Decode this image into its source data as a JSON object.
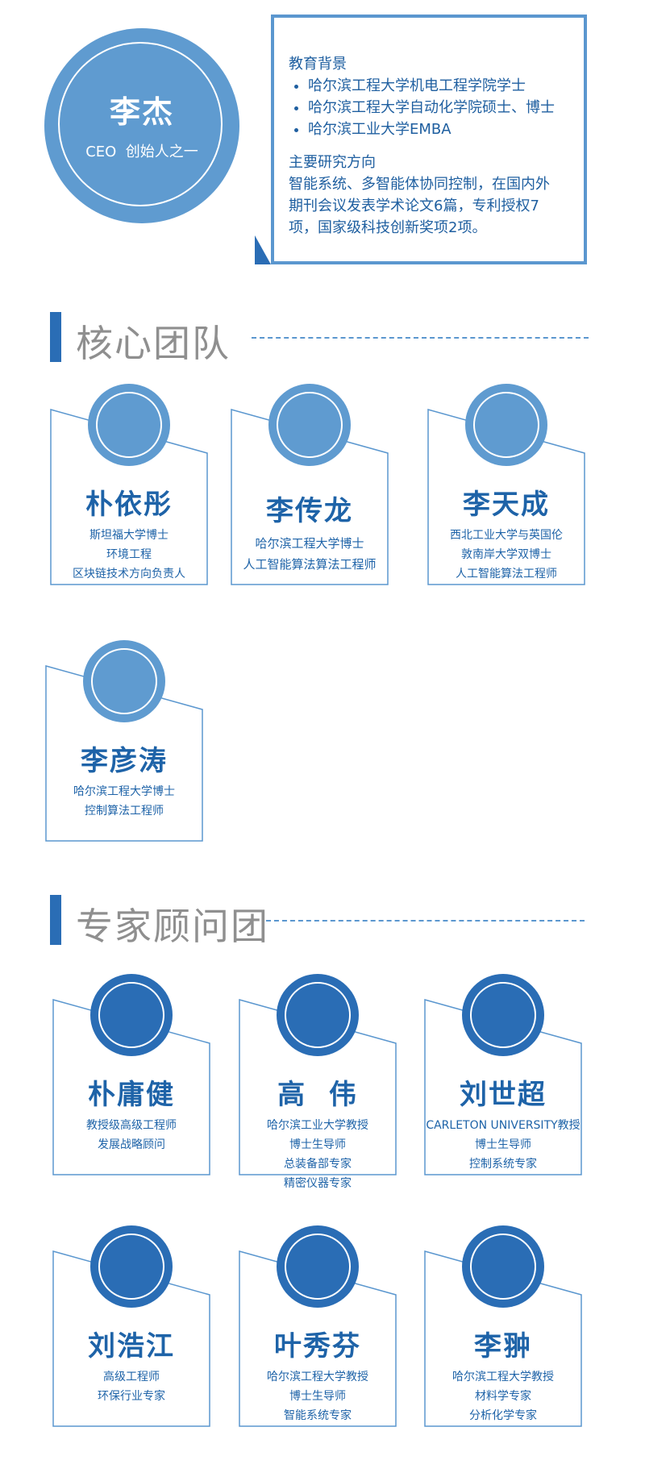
{
  "ceo": {
    "name": "李杰",
    "title": "CEO  创始人之一",
    "education_heading": "教育背景",
    "education": [
      "哈尔滨工程大学机电工程学院学士",
      "哈尔滨工程大学自动化学院硕士、博士",
      "哈尔滨工业大学EMBA"
    ],
    "research_heading": "主要研究方向",
    "research_lines": [
      "智能系统、多智能体协同控制，在国内外",
      "期刊会议发表学术论文6篇，专利授权7",
      "项，国家级科技创新奖项2项。"
    ]
  },
  "core_team": {
    "title": "核心团队",
    "members": [
      {
        "name": "朴依彤",
        "lines": [
          "斯坦福大学博士",
          "环境工程",
          "区块链技术方向负责人"
        ]
      },
      {
        "name": "李传龙",
        "lines": [
          "哈尔滨工程大学博士",
          "人工智能算法算法工程师"
        ]
      },
      {
        "name": "李天成",
        "lines": [
          "西北工业大学与英国伦",
          "敦南岸大学双博士",
          "人工智能算法工程师"
        ]
      },
      {
        "name": "李彦涛",
        "lines": [
          "哈尔滨工程大学博士",
          "控制算法工程师"
        ]
      }
    ]
  },
  "advisors": {
    "title": "专家顾问团",
    "members": [
      {
        "name": "朴庸健",
        "lines": [
          "教授级高级工程师",
          "发展战略顾问"
        ]
      },
      {
        "name": "高  伟",
        "lines": [
          "哈尔滨工业大学教授",
          "博士生导师",
          "总装备部专家",
          "精密仪器专家"
        ]
      },
      {
        "name": "刘世超",
        "lines": [
          "CARLETON UNIVERSITY教授",
          "博士生导师",
          "控制系统专家"
        ]
      },
      {
        "name": "刘浩江",
        "lines": [
          "高级工程师",
          "环保行业专家"
        ]
      },
      {
        "name": "叶秀芬",
        "lines": [
          "哈尔滨工程大学教授",
          "博士生导师",
          "智能系统专家"
        ]
      },
      {
        "name": "李翀",
        "lines": [
          "哈尔滨工程大学教授",
          "材料学专家",
          "分析化学专家"
        ]
      }
    ]
  },
  "colors": {
    "core_circle": "#5f9bd0",
    "advisor_circle": "#2a6db5",
    "accent": "#2a6db5",
    "text": "#1e63a8"
  }
}
